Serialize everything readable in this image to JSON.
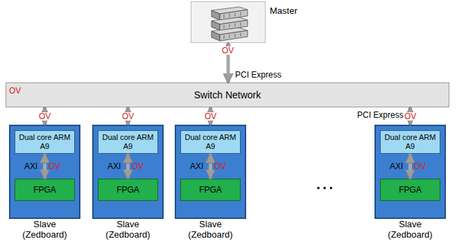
{
  "diagram": {
    "nodes": [
      {
        "text": [
          "Master"
        ]
      },
      {
        "text": [
          "Switch Network"
        ]
      },
      {
        "text": [
          "Slave (Zedboard)"
        ]
      },
      {
        "text": [
          "Dual core ARM A9"
        ],
        "in": 2
      },
      {
        "text": [
          "FPGA"
        ],
        "in": 2
      },
      {
        "text": [
          "Slave (Zedboard)"
        ]
      },
      {
        "text": [
          "Dual core ARM A9"
        ],
        "in": 5
      },
      {
        "text": [
          "FPGA"
        ],
        "in": 5
      },
      {
        "text": [
          "Slave (Zedboard)"
        ]
      },
      {
        "text": [
          "Dual core ARM A9"
        ],
        "in": 8
      },
      {
        "text": [
          "FPGA"
        ],
        "in": 8
      },
      {
        "text": [
          "Slave (Zedboard)"
        ]
      },
      {
        "text": [
          "Dual core ARM A9"
        ],
        "in": 11
      },
      {
        "text": [
          "FPGA"
        ],
        "in": 11
      }
    ],
    "edges": [
      {
        "from": 0,
        "to": 1,
        "label": "PCI Express",
        "arrow": "both"
      },
      {
        "from": 1,
        "to": 2,
        "arrow": "both"
      },
      {
        "from": 1,
        "to": 5,
        "arrow": "both"
      },
      {
        "from": 1,
        "to": 8,
        "arrow": "both"
      },
      {
        "from": 1,
        "to": 11,
        "label": "PCI Express",
        "arrow": "both"
      },
      {
        "from": 3,
        "to": 4,
        "label": "AXI",
        "arrow": "both"
      },
      {
        "from": 6,
        "to": 7,
        "label": "AXI",
        "arrow": "both"
      },
      {
        "from": 9,
        "to": 10,
        "label": "AXI",
        "arrow": "both"
      },
      {
        "from": 12,
        "to": 13,
        "label": "AXI",
        "arrow": "both"
      }
    ],
    "labels": [
      "OV",
      "OV",
      "OV",
      "OV",
      "OV",
      "OV",
      "OV",
      "OV",
      "OV",
      "OV",
      "..."
    ]
  }
}
